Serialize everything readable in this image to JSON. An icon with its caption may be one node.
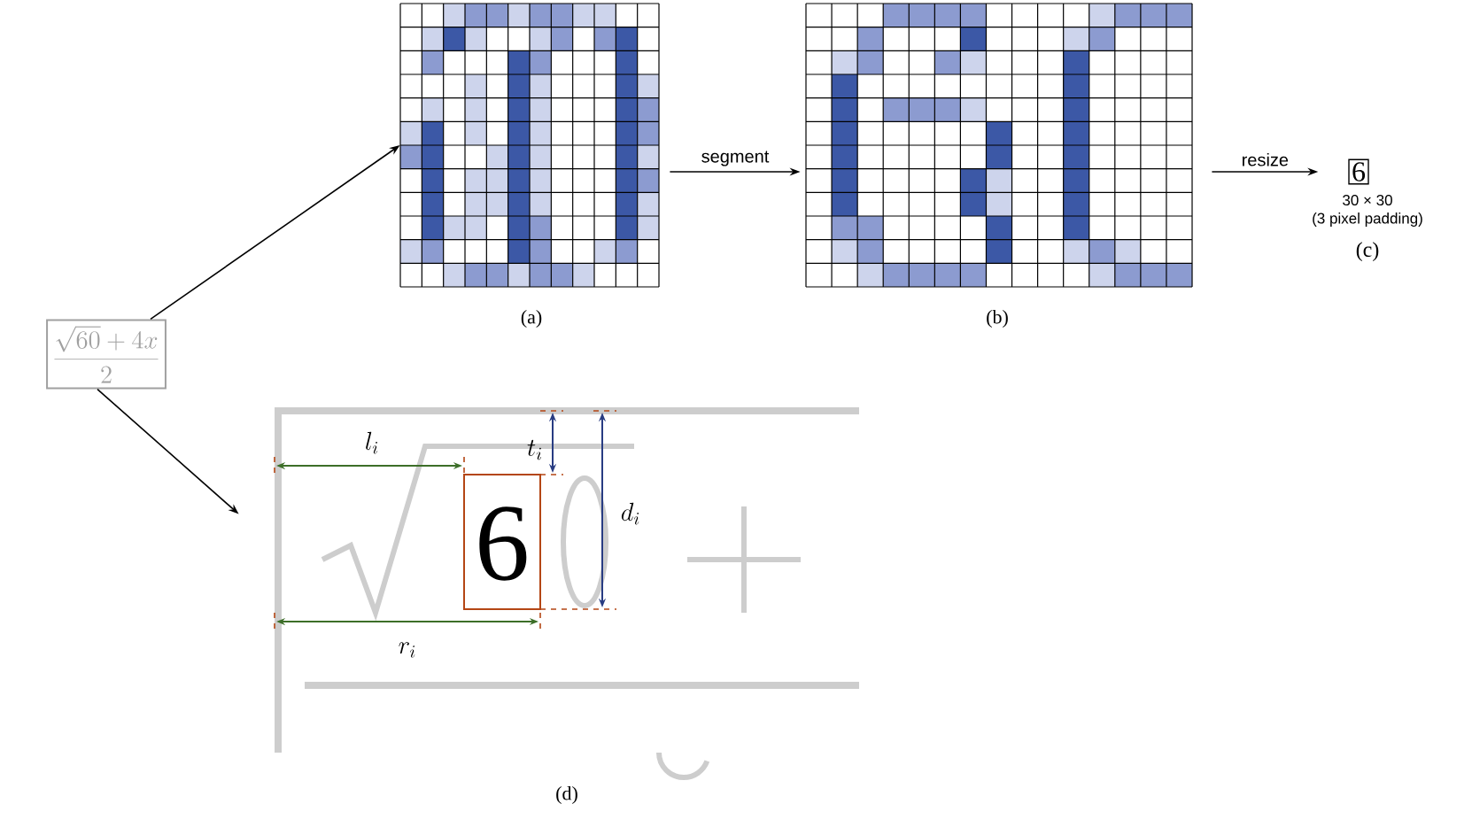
{
  "diagram": {
    "nodes": [
      {
        "text": [
          "\\frac{\\sqrt{60}+4x}{2}"
        ]
      },
      {
        "text": [],
        "shape": "picture",
        "beside": [
          "(a)"
        ]
      },
      {
        "text": [],
        "shape": "picture",
        "beside": [
          "(b)"
        ]
      },
      {
        "text": [
          "6"
        ],
        "beside": [
          "30 × 30",
          "(3 pixel padding)",
          "(c)"
        ]
      },
      {
        "text": [],
        "shape": "picture",
        "beside": [
          "(d)"
        ]
      }
    ],
    "edges": [
      {
        "from": 0,
        "to": 1,
        "arrow": "to"
      },
      {
        "from": 0,
        "to": 4,
        "arrow": "to"
      },
      {
        "from": 1,
        "to": 2,
        "arrow": "to",
        "label": "segment"
      },
      {
        "from": 2,
        "to": 3,
        "arrow": "to",
        "label": "resize"
      }
    ],
    "labels": [
      "l_i",
      "t_i",
      "d_i",
      "r_i",
      "6"
    ]
  }
}
